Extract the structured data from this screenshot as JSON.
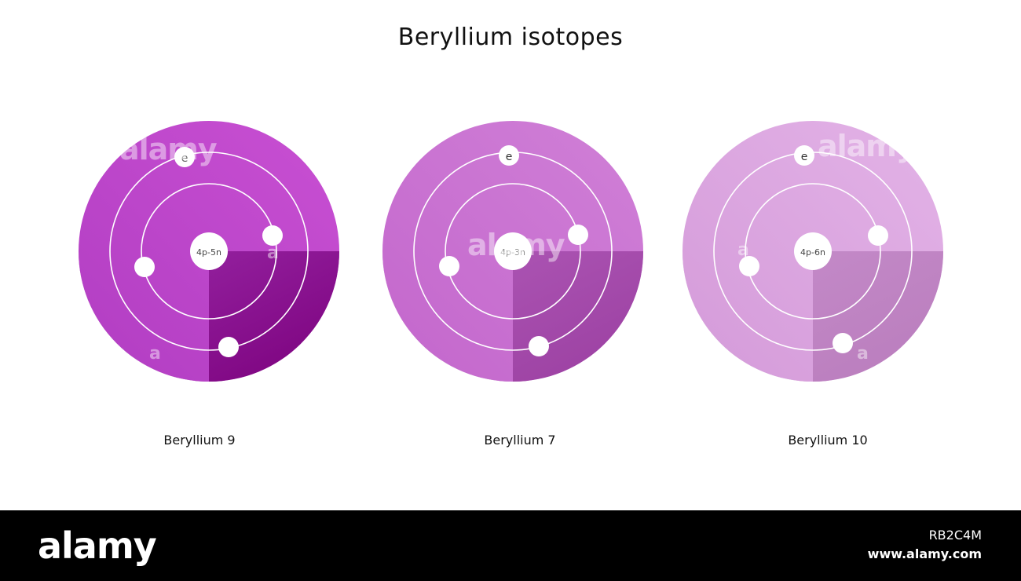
{
  "title": "Beryllium isotopes",
  "atoms": [
    {
      "label": "Beryllium 9",
      "nucleus": "4p-5n",
      "electron_symbol": "e",
      "colors": {
        "upper": "#b13dc2",
        "upper_highlight": "#c950d3",
        "lower": "#7b007c",
        "lower_edge": "#9a2aa8"
      }
    },
    {
      "label": "Beryllium 7",
      "nucleus": "4p-3n",
      "electron_symbol": "e",
      "colors": {
        "upper": "#c366cc",
        "upper_highlight": "#d080d7",
        "lower": "#9a3ea0",
        "lower_edge": "#b05ab8"
      }
    },
    {
      "label": "Beryllium 10",
      "nucleus": "4p-6n",
      "electron_symbol": "e",
      "colors": {
        "upper": "#d49ad9",
        "upper_highlight": "#e3b3e7",
        "lower": "#b97cbc",
        "lower_edge": "#c68dcb"
      }
    }
  ],
  "footer": {
    "brand": "alamy",
    "image_id": "RB2C4M",
    "site": "www.alamy.com"
  },
  "watermark": "alamy"
}
